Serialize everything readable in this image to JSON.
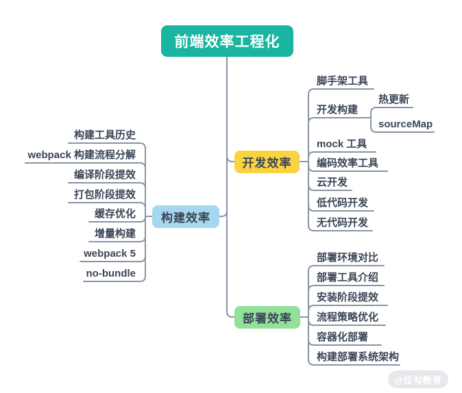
{
  "root": {
    "label": "前端效率工程化"
  },
  "branches": [
    {
      "label": "开发效率",
      "children": [
        {
          "label": "脚手架工具"
        },
        {
          "label": "开发构建",
          "children": [
            {
              "label": "热更新"
            },
            {
              "label": "sourceMap"
            }
          ]
        },
        {
          "label": "mock 工具"
        },
        {
          "label": "编码效率工具"
        },
        {
          "label": "云开发"
        },
        {
          "label": "低代码开发"
        },
        {
          "label": "无代码开发"
        }
      ]
    },
    {
      "label": "构建效率",
      "children": [
        {
          "label": "构建工具历史"
        },
        {
          "label": "webpack 构建流程分解"
        },
        {
          "label": "编译阶段提效"
        },
        {
          "label": "打包阶段提效"
        },
        {
          "label": "缓存优化"
        },
        {
          "label": "增量构建"
        },
        {
          "label": "webpack 5"
        },
        {
          "label": "no-bundle"
        }
      ]
    },
    {
      "label": "部署效率",
      "children": [
        {
          "label": "部署环境对比"
        },
        {
          "label": "部署工具介绍"
        },
        {
          "label": "安装阶段提效"
        },
        {
          "label": "流程策略优化"
        },
        {
          "label": "容器化部署"
        },
        {
          "label": "构建部署系统架构"
        }
      ]
    }
  ],
  "watermark": {
    "label": "@拉勾教育"
  },
  "colors": {
    "root_bg": "#19b5a1",
    "dev_bg": "#f9d342",
    "build_bg": "#a5d8ee",
    "deploy_bg": "#92e09a",
    "line": "#8893a4",
    "text": "#3a4455"
  }
}
